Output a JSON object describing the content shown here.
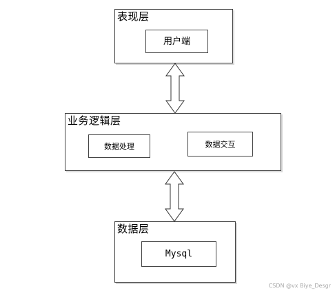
{
  "presentation_layer": {
    "title": "表现层",
    "boxes": [
      {
        "label": "用户端"
      }
    ]
  },
  "business_layer": {
    "title": "业务逻辑层",
    "boxes": [
      {
        "label": "数据处理"
      },
      {
        "label": "数据交互"
      }
    ]
  },
  "data_layer": {
    "title": "数据层",
    "boxes": [
      {
        "label": "Mysql"
      }
    ]
  },
  "watermark": "CSDN @vx Biye_Desgr"
}
